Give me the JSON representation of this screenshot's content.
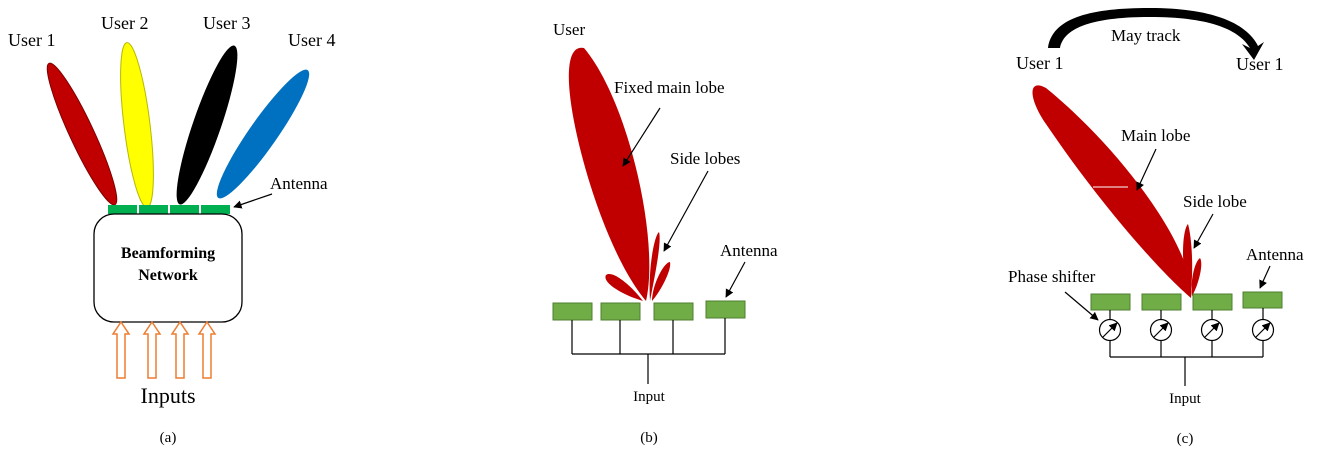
{
  "panels": {
    "a": {
      "caption": "(a)",
      "users": [
        "User 1",
        "User 2",
        "User 3",
        "User 4"
      ],
      "antenna_label": "Antenna",
      "network_line1": "Beamforming",
      "network_line2": "Network",
      "inputs_label": "Inputs"
    },
    "b": {
      "caption": "(b)",
      "user_label": "User",
      "main_lobe_label": "Fixed main lobe",
      "side_lobes_label": "Side lobes",
      "antenna_label": "Antenna",
      "input_label": "Input"
    },
    "c": {
      "caption": "(c)",
      "user_left": "User 1",
      "user_right": "User 1",
      "track_label": "May track",
      "main_lobe_label": "Main lobe",
      "side_lobe_label": "Side lobe",
      "antenna_label": "Antenna",
      "phase_shifter_label": "Phase shifter",
      "input_label": "Input"
    }
  },
  "colors": {
    "beam_red": "#c00000",
    "beam_yellow": "#ffff00",
    "beam_black": "#000000",
    "beam_blue": "#0070c0",
    "antenna_green": "#00b050",
    "element_green": "#70ad47",
    "input_arrow": "#ed7d31"
  }
}
